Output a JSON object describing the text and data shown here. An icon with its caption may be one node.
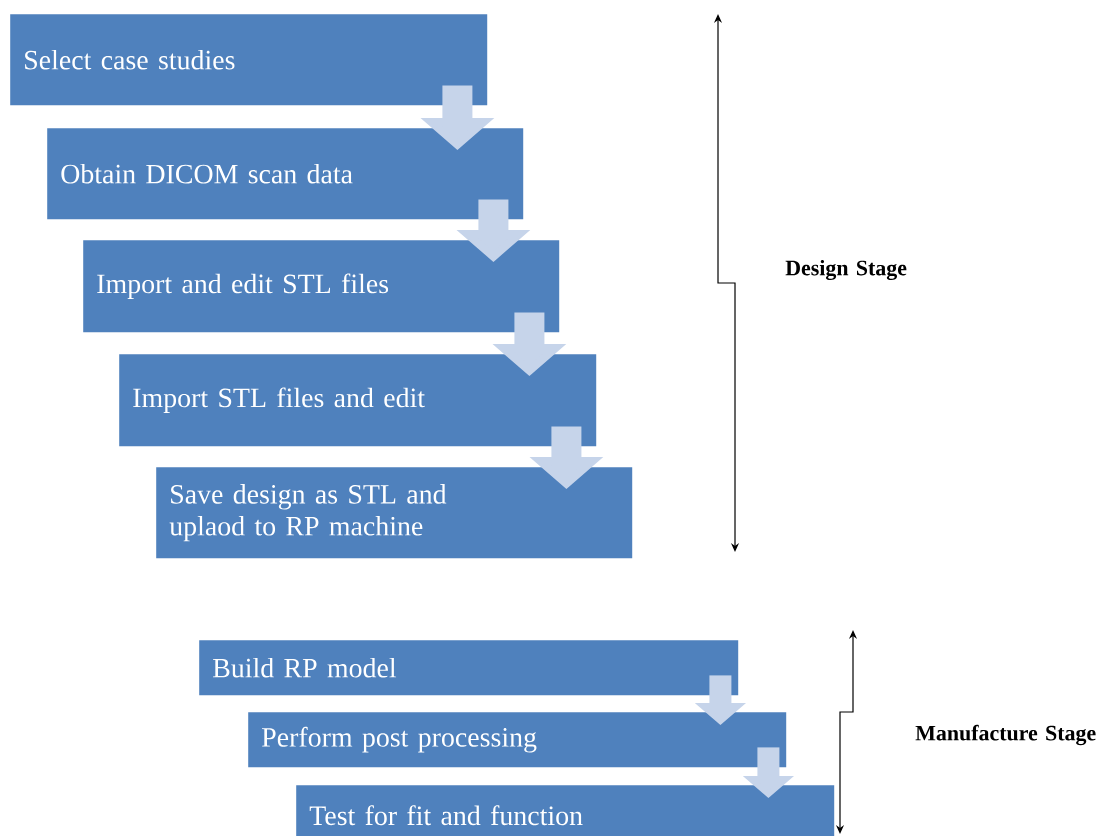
{
  "diagram": {
    "nodes": [
      {
        "text": [
          "Select case studies"
        ]
      },
      {
        "text": [
          "Obtain DICOM scan data"
        ]
      },
      {
        "text": [
          "Import and edit STL files"
        ]
      },
      {
        "text": [
          "Import STL files and edit"
        ]
      },
      {
        "text": [
          "Save design as STL and uplaod to RP machine"
        ]
      },
      {
        "text": [
          "Build RP model"
        ]
      },
      {
        "text": [
          "Perform post processing"
        ]
      },
      {
        "text": [
          "Test for fit and function"
        ]
      }
    ],
    "edges": [
      {
        "from": 0,
        "to": 1,
        "arrow": "to"
      },
      {
        "from": 1,
        "to": 2,
        "arrow": "to"
      },
      {
        "from": 2,
        "to": 3,
        "arrow": "to"
      },
      {
        "from": 3,
        "to": 4,
        "arrow": "to"
      },
      {
        "from": 5,
        "to": 6,
        "arrow": "to"
      },
      {
        "from": 6,
        "to": 7,
        "arrow": "to"
      }
    ],
    "labels": [
      "Design Stage",
      "Manufacture Stage"
    ]
  }
}
